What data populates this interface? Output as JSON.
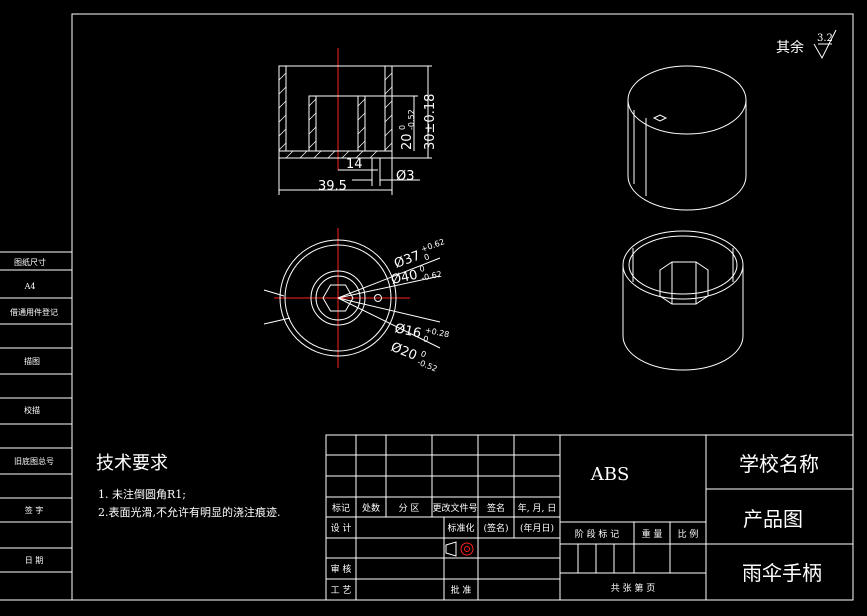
{
  "surface_roughness": {
    "label": "其余",
    "value": "3.2"
  },
  "left_column": {
    "paper_size_label": "图纸尺寸",
    "paper_size": "A4",
    "usage_label": "借通用件登记",
    "trace_label": "描图",
    "proof_label": "校描",
    "old_number_label": "旧底图总号",
    "sign_label": "签 字",
    "date_label": "日 期"
  },
  "dimensions": {
    "inner_depth": "20",
    "inner_depth_tol_upper": "0",
    "inner_depth_tol_lower": "-0.52",
    "height": "30±0.18",
    "hole_offset": "14",
    "length": "39.5",
    "small_hole": "Ø3",
    "inner_dia": "Ø37",
    "inner_dia_tol_upper": "+0.62",
    "inner_dia_tol_lower": "0",
    "outer_dia": "Ø40",
    "outer_dia_tol_upper": "0",
    "outer_dia_tol_lower": "-0.62",
    "hex_dia": "Ø16",
    "hex_dia_tol_upper": "+0.28",
    "hex_dia_tol_lower": "0",
    "bore_dia": "Ø20",
    "bore_dia_tol_upper": "0",
    "bore_dia_tol_lower": "-0.52"
  },
  "tech_requirements": {
    "title": "技术要求",
    "items": [
      "1. 未注倒圆角R1;",
      "2.表面光滑,不允许有明显的浇注痕迹."
    ]
  },
  "title_block": {
    "material": "ABS",
    "school": "学校名称",
    "drawing_type": "产品图",
    "part_name": "雨伞手柄",
    "rev_headers": [
      "标记",
      "处数",
      "分 区",
      "更改文件号",
      "签名",
      "年, 月, 日"
    ],
    "design_label": "设 计",
    "standardize_label": "标准化",
    "signature_label": "(签名)",
    "date_ph": "(年月日)",
    "review_label": "审 核",
    "process_label": "工 艺",
    "approve_label": "批 准",
    "stage_headers": [
      "阶 段 标 记",
      "重 量",
      "比 例"
    ],
    "sheet_info": "共   张   第    页"
  },
  "colors": {
    "background": "#000000",
    "lines": "#ffffff",
    "centerline": "#ff2020"
  }
}
